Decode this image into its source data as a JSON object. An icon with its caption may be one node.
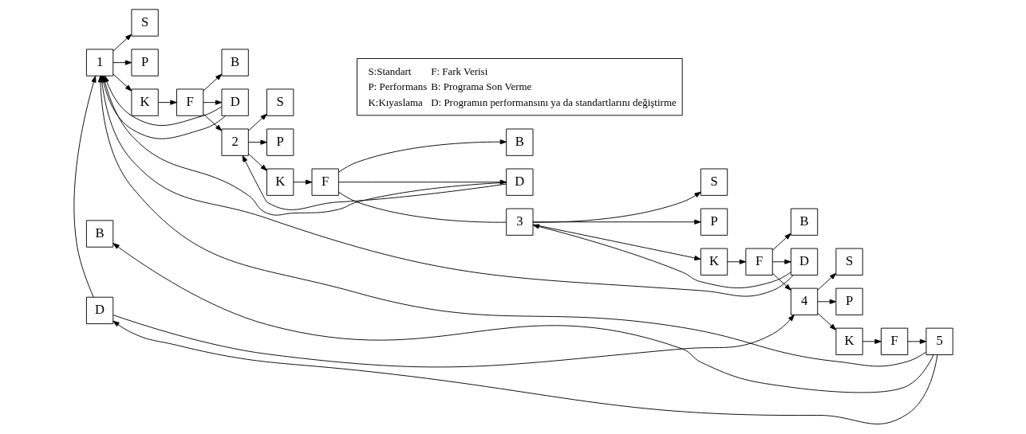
{
  "diagram": {
    "nodes": [
      {
        "text": [
          "1"
        ]
      },
      {
        "text": [
          "S"
        ]
      },
      {
        "text": [
          "P"
        ]
      },
      {
        "text": [
          "K"
        ]
      },
      {
        "text": [
          "F"
        ]
      },
      {
        "text": [
          "B"
        ]
      },
      {
        "text": [
          "D"
        ]
      },
      {
        "text": [
          "2"
        ]
      },
      {
        "text": [
          "S"
        ]
      },
      {
        "text": [
          "P"
        ]
      },
      {
        "text": [
          "K"
        ]
      },
      {
        "text": [
          "F"
        ]
      },
      {
        "text": [
          "B"
        ]
      },
      {
        "text": [
          "D"
        ]
      },
      {
        "text": [
          "3"
        ]
      },
      {
        "text": [
          "S"
        ]
      },
      {
        "text": [
          "P"
        ]
      },
      {
        "text": [
          "K"
        ]
      },
      {
        "text": [
          "F"
        ]
      },
      {
        "text": [
          "B"
        ]
      },
      {
        "text": [
          "D"
        ]
      },
      {
        "text": [
          "4"
        ]
      },
      {
        "text": [
          "S"
        ]
      },
      {
        "text": [
          "P"
        ]
      },
      {
        "text": [
          "K"
        ]
      },
      {
        "text": [
          "F"
        ]
      },
      {
        "text": [
          "B"
        ]
      },
      {
        "text": [
          "D"
        ]
      },
      {
        "text": [
          "5"
        ]
      }
    ],
    "edges": [
      {
        "from": 0,
        "to": 1,
        "arrow": "to"
      },
      {
        "from": 0,
        "to": 2,
        "arrow": "to"
      },
      {
        "from": 0,
        "to": 3,
        "arrow": "to"
      },
      {
        "from": 3,
        "to": 4,
        "arrow": "to"
      },
      {
        "from": 4,
        "to": 5,
        "arrow": "to"
      },
      {
        "from": 4,
        "to": 7,
        "arrow": "to"
      },
      {
        "from": 4,
        "to": 6,
        "arrow": "to"
      },
      {
        "from": 6,
        "to": 0,
        "arrow": "to"
      },
      {
        "from": 6,
        "to": 0,
        "arrow": "to"
      },
      {
        "from": 7,
        "to": 8,
        "arrow": "to"
      },
      {
        "from": 7,
        "to": 9,
        "arrow": "to"
      },
      {
        "from": 7,
        "to": 10,
        "arrow": "to"
      },
      {
        "from": 10,
        "to": 11,
        "arrow": "to"
      },
      {
        "from": 11,
        "to": 12,
        "arrow": "to"
      },
      {
        "from": 11,
        "to": 14,
        "arrow": "none"
      },
      {
        "from": 11,
        "to": 13,
        "arrow": "to"
      },
      {
        "from": 13,
        "to": 7,
        "arrow": "to"
      },
      {
        "from": 13,
        "to": 0,
        "arrow": "to"
      },
      {
        "from": 14,
        "to": 15,
        "arrow": "to"
      },
      {
        "from": 14,
        "to": 16,
        "arrow": "to"
      },
      {
        "from": 14,
        "to": 17,
        "arrow": "to"
      },
      {
        "from": 17,
        "to": 18,
        "arrow": "to"
      },
      {
        "from": 18,
        "to": 19,
        "arrow": "to"
      },
      {
        "from": 18,
        "to": 21,
        "arrow": "to"
      },
      {
        "from": 18,
        "to": 20,
        "arrow": "to"
      },
      {
        "from": 20,
        "to": 14,
        "arrow": "to"
      },
      {
        "from": 20,
        "to": 0,
        "arrow": "to"
      },
      {
        "from": 21,
        "to": 22,
        "arrow": "to"
      },
      {
        "from": 21,
        "to": 23,
        "arrow": "to"
      },
      {
        "from": 21,
        "to": 24,
        "arrow": "to"
      },
      {
        "from": 24,
        "to": 25,
        "arrow": "to"
      },
      {
        "from": 25,
        "to": 28,
        "arrow": "to"
      },
      {
        "from": 28,
        "to": 26,
        "arrow": "to"
      },
      {
        "from": 28,
        "to": 27,
        "arrow": "to"
      },
      {
        "from": 27,
        "to": 21,
        "arrow": "to"
      },
      {
        "from": 27,
        "to": 0,
        "arrow": "to"
      },
      {
        "from": 28,
        "to": 0,
        "arrow": "to"
      }
    ],
    "labels": [
      "S:Standart",
      "F: Fark Verisi",
      "P: Performans",
      "B: Programa Son Verme",
      "K:Kıyaslama",
      "D: Programın performansını ya da standartlarını değiştirme"
    ]
  }
}
